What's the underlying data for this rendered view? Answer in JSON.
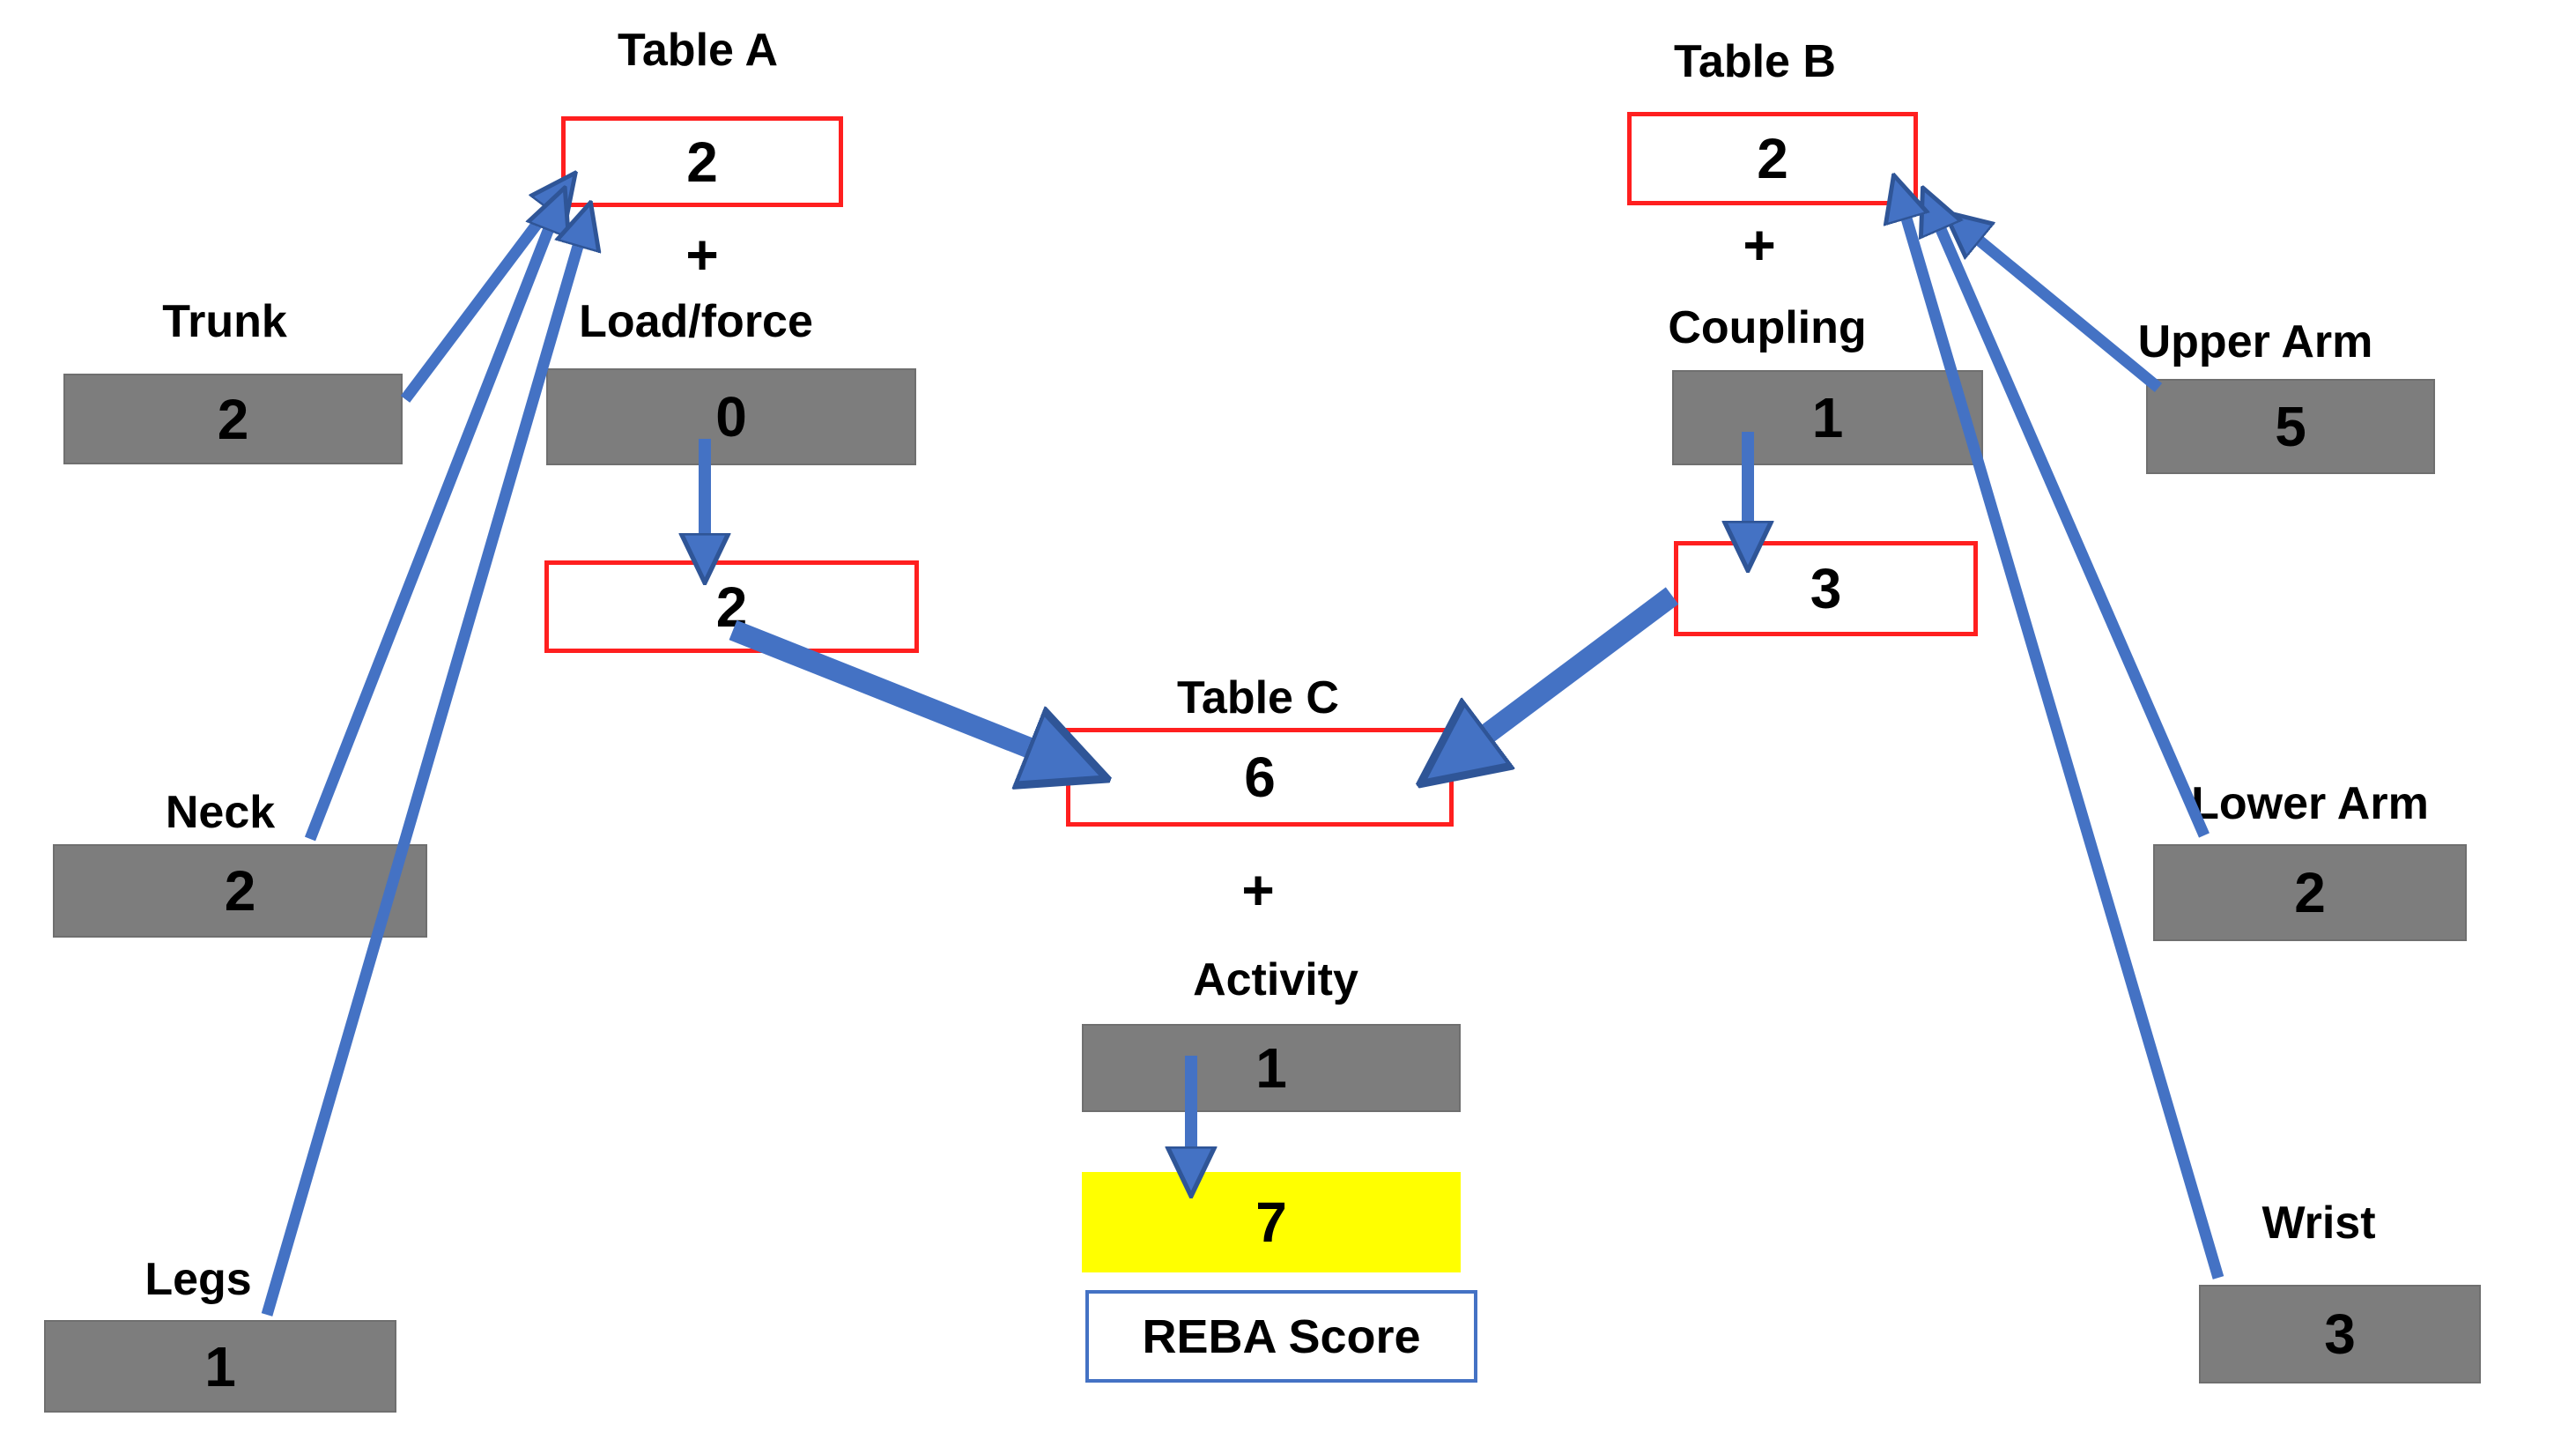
{
  "diagram": {
    "plus_sign": "+",
    "table_a": {
      "label": "Table A",
      "value": "2"
    },
    "trunk": {
      "label": "Trunk",
      "value": "2"
    },
    "neck": {
      "label": "Neck",
      "value": "2"
    },
    "legs": {
      "label": "Legs",
      "value": "1"
    },
    "load_force": {
      "label": "Load/force",
      "value": "0"
    },
    "score_a": {
      "value": "2"
    },
    "table_b": {
      "label": "Table B",
      "value": "2"
    },
    "upper_arm": {
      "label": "Upper Arm",
      "value": "5"
    },
    "lower_arm": {
      "label": "Lower Arm",
      "value": "2"
    },
    "wrist": {
      "label": "Wrist",
      "value": "3"
    },
    "coupling": {
      "label": "Coupling",
      "value": "1"
    },
    "score_b": {
      "value": "3"
    },
    "table_c": {
      "label": "Table C",
      "value": "6"
    },
    "activity": {
      "label": "Activity",
      "value": "1"
    },
    "final_score": {
      "value": "7"
    },
    "reba": {
      "label": "REBA Score"
    }
  },
  "colors": {
    "background": "#ffffff",
    "box_gray": "#7d7d7d",
    "box_red_border": "#ff1f1f",
    "box_yellow": "#ffff00",
    "reba_border": "#4472c4",
    "arrow_blue": "#4472c4",
    "arrow_edge": "#2f5597",
    "text": "#000000"
  }
}
